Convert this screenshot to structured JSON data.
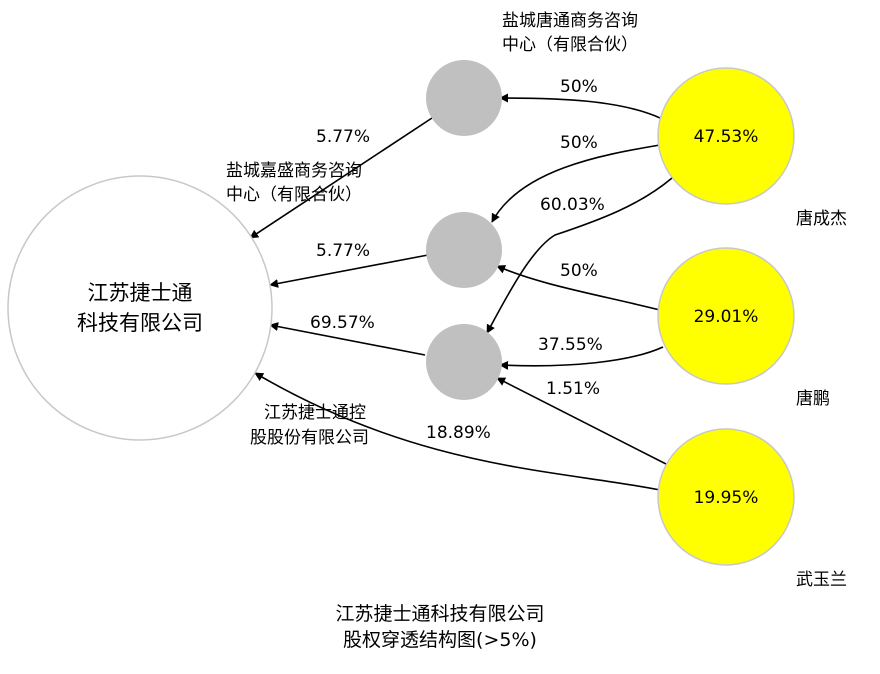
{
  "title": {
    "line1": "江苏捷士通科技有限公司",
    "line2": "股权穿透结构图(>5%)"
  },
  "nodes": {
    "target": {
      "line1": "江苏捷士通",
      "line2": "科技有限公司",
      "fill": "#ffffff",
      "stroke": "#c8c8c8"
    },
    "tang_tong": {
      "line1": "盐城唐通商务咨询",
      "line2": "中心（有限合伙）",
      "fill": "#c0c0c0"
    },
    "jia_sheng": {
      "line1": "盐城嘉盛商务咨询",
      "line2": "中心（有限合伙）",
      "fill": "#c0c0c0"
    },
    "holding": {
      "line1": "江苏捷士通控",
      "line2": "股股份有限公司",
      "fill": "#c0c0c0"
    },
    "tang_chengjie": {
      "name": "唐成杰",
      "share": "47.53%",
      "fill": "#ffff00"
    },
    "tang_peng": {
      "name": "唐鹏",
      "share": "29.01%",
      "fill": "#ffff00"
    },
    "wu_yulan": {
      "name": "武玉兰",
      "share": "19.95%",
      "fill": "#ffff00"
    }
  },
  "edges": {
    "tangtong_to_target": "5.77%",
    "jiasheng_to_target": "5.77%",
    "holding_to_target": "69.57%",
    "wuyulan_to_target": "18.89%",
    "chengjie_to_tangtong": "50%",
    "chengjie_to_jiasheng": "50%",
    "chengjie_to_holding": "60.03%",
    "peng_to_jiasheng": "50%",
    "peng_to_holding": "37.55%",
    "wuyulan_to_holding": "1.51%"
  }
}
